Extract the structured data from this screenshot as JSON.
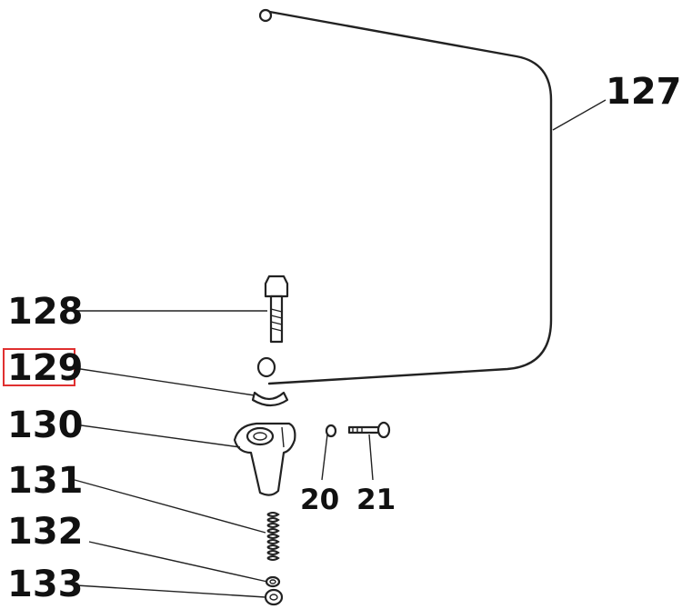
{
  "labels": {
    "l127": "127",
    "l128": "128",
    "l129": "129",
    "l130": "130",
    "l131": "131",
    "l132": "132",
    "l133": "133",
    "l20": "20",
    "l21": "21"
  },
  "highlight": {
    "label": "129",
    "color": "#e03030"
  }
}
